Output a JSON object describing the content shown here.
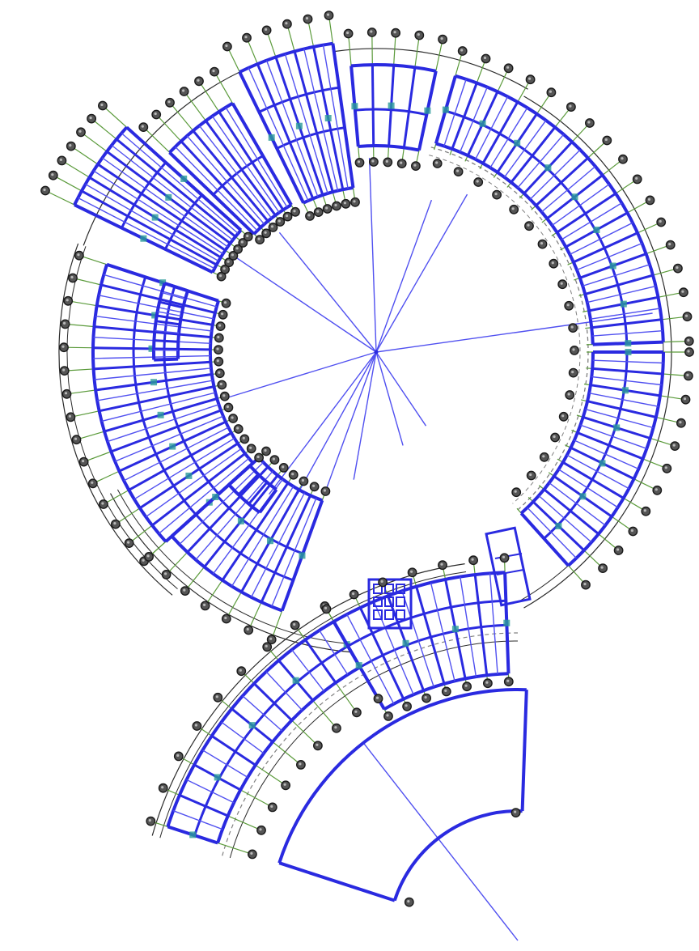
{
  "drawing": {
    "kind": "radial-structural-floor-plan",
    "text_visible": false,
    "colors": {
      "background": "#ffffff",
      "structure": "#2a2ae0",
      "structure_light": "#5050f0",
      "axis_line": "#5a9a3a",
      "ring_line": "#2a2a2a",
      "dashed_ring": "#808080",
      "bubble_fill": "#555555",
      "bubble_stroke": "#1a1a1a",
      "column_marker": "#2a9a9a"
    },
    "icons": [
      "grid-axis-bubble",
      "column-marker",
      "centre-point"
    ]
  }
}
